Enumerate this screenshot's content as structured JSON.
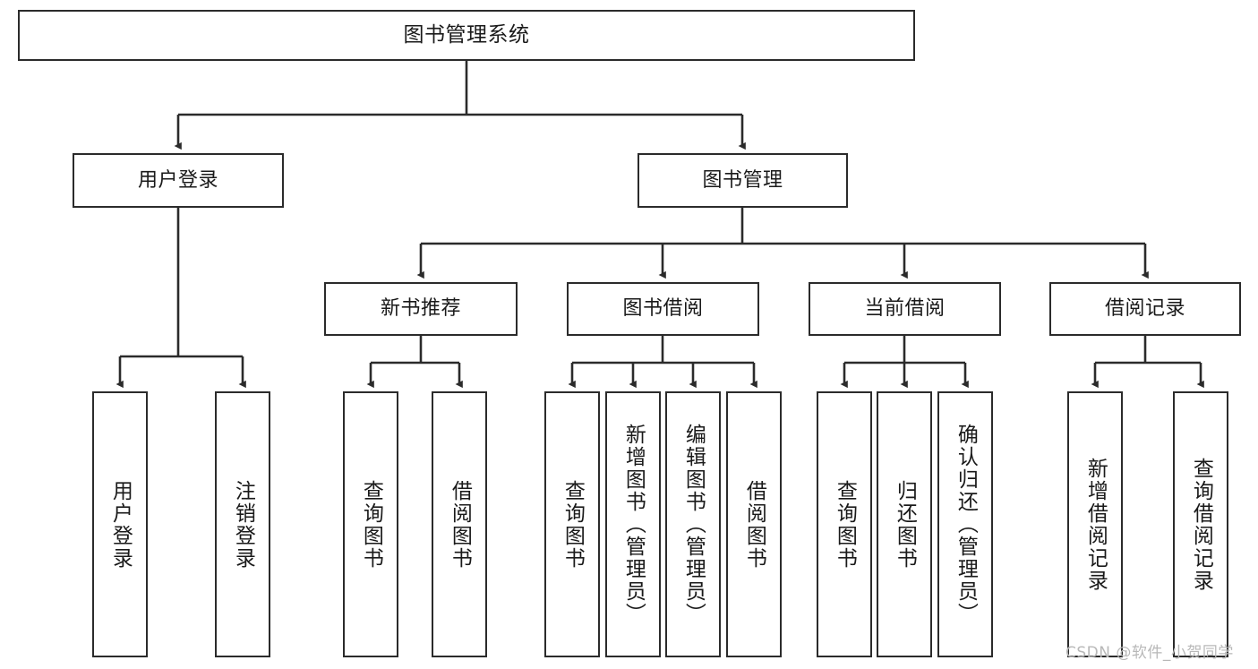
{
  "diagram": {
    "title": "图书管理系统",
    "type": "hierarchy-tree",
    "colors": {
      "box_border": "#2b2b2b",
      "box_fill": "#ffffff",
      "edge": "#2b2b2b",
      "text": "#1a1a1a",
      "watermark": "#b8b8b8"
    },
    "levels": {
      "root": {
        "label": "图书管理系统"
      },
      "level2": [
        {
          "label": "用户登录"
        },
        {
          "label": "图书管理"
        }
      ],
      "level3": [
        {
          "label": "新书推荐"
        },
        {
          "label": "图书借阅"
        },
        {
          "label": "当前借阅"
        },
        {
          "label": "借阅记录"
        }
      ],
      "leaves": [
        {
          "label": "用户登录",
          "parent": "用户登录"
        },
        {
          "label": "注销登录",
          "parent": "用户登录"
        },
        {
          "label": "查询图书",
          "parent": "新书推荐"
        },
        {
          "label": "借阅图书",
          "parent": "新书推荐"
        },
        {
          "label": "查询图书",
          "parent": "图书借阅"
        },
        {
          "label": "新增图书（管理员）",
          "parent": "图书借阅"
        },
        {
          "label": "编辑图书（管理员）",
          "parent": "图书借阅"
        },
        {
          "label": "借阅图书",
          "parent": "图书借阅"
        },
        {
          "label": "查询图书",
          "parent": "当前借阅"
        },
        {
          "label": "归还图书",
          "parent": "当前借阅"
        },
        {
          "label": "确认归还（管理员）",
          "parent": "当前借阅"
        },
        {
          "label": "新增借阅记录",
          "parent": "借阅记录"
        },
        {
          "label": "查询借阅记录",
          "parent": "借阅记录"
        }
      ]
    }
  },
  "watermark": {
    "text": "CSDN @软件_小贺同学"
  }
}
